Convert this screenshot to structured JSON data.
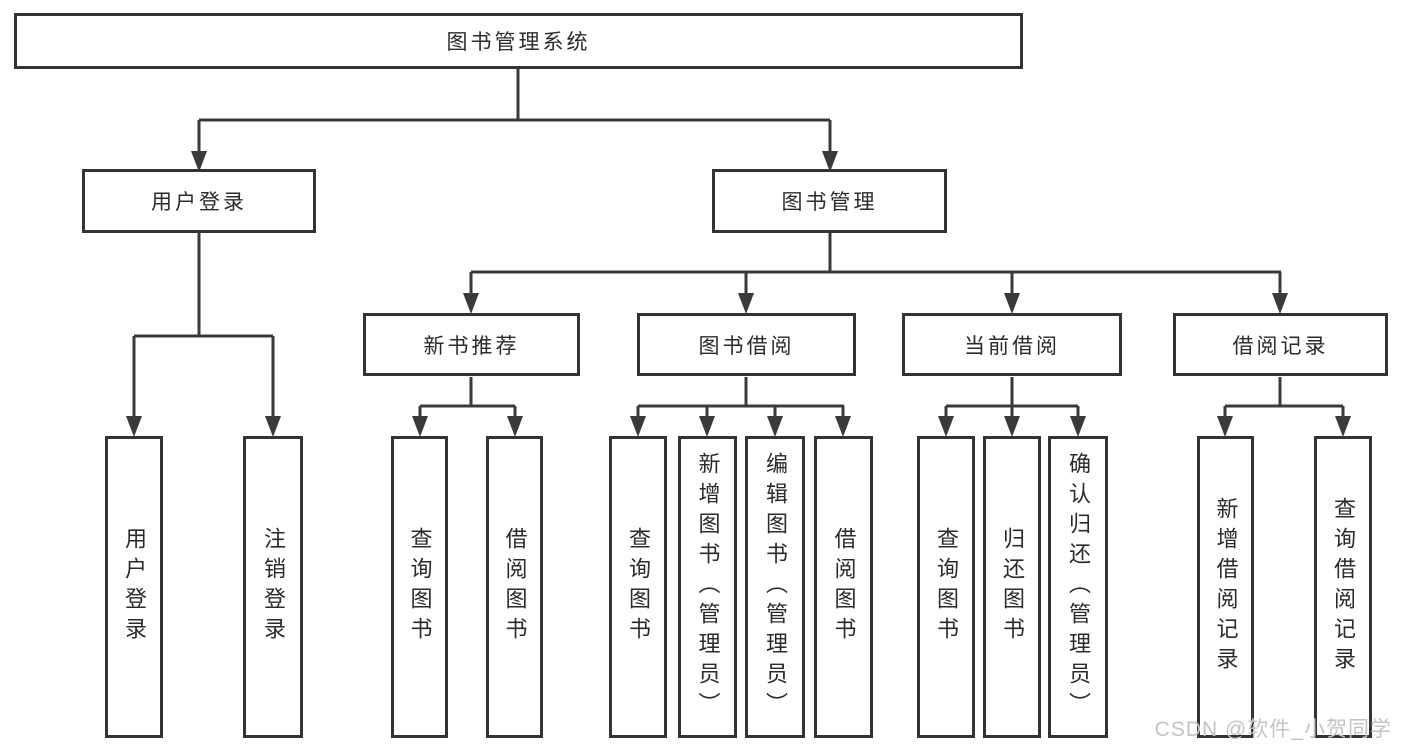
{
  "diagram": {
    "root": {
      "label": "图书管理系统"
    },
    "branches": [
      {
        "label": "用户登录",
        "children": [
          {
            "label": "用户登录"
          },
          {
            "label": "注销登录"
          }
        ]
      },
      {
        "label": "图书管理",
        "children": [
          {
            "label": "新书推荐",
            "children": [
              {
                "label": "查询图书"
              },
              {
                "label": "借阅图书"
              }
            ]
          },
          {
            "label": "图书借阅",
            "children": [
              {
                "label": "查询图书"
              },
              {
                "label": "新增图书（管理员）"
              },
              {
                "label": "编辑图书（管理员）"
              },
              {
                "label": "借阅图书"
              }
            ]
          },
          {
            "label": "当前借阅",
            "children": [
              {
                "label": "查询图书"
              },
              {
                "label": "归还图书"
              },
              {
                "label": "确认归还（管理员）"
              }
            ]
          },
          {
            "label": "借阅记录",
            "children": [
              {
                "label": "新增借阅记录"
              },
              {
                "label": "查询借阅记录"
              }
            ]
          }
        ]
      }
    ]
  },
  "watermark": {
    "text": "CSDN @软件_小贺同学"
  },
  "colors": {
    "line": "#3a3a3a",
    "border": "#333333",
    "box_fill": "#ffffff",
    "text": "#2b2b2b",
    "watermark": "#c4c4c4",
    "background": "#ffffff"
  }
}
